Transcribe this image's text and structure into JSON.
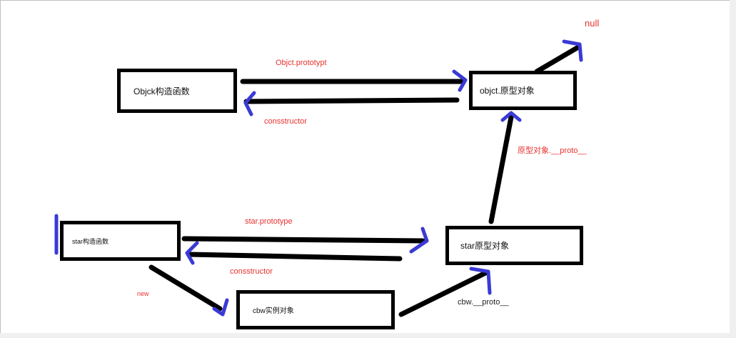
{
  "nodes": {
    "object_ctor": "Objck构造函数",
    "object_proto": "objct.原型对象",
    "star_ctor": "star构造函数",
    "star_proto": "star原型对象",
    "cbw_instance": "cbw实例对象"
  },
  "labels": {
    "null": "null",
    "objct_prototype": "Objct.prototypt",
    "constructor_top": "consstructor",
    "proto_chain": "原型对象.__proto__",
    "star_prototype": "star.prototype",
    "constructor_bottom": "consstructor",
    "new": "new",
    "cbw_proto": "cbw.__proto__"
  },
  "colors": {
    "box_border": "#000000",
    "arrow_line": "#000000",
    "arrow_head": "#3a3ad6",
    "label_red": "#e8312f",
    "label_dark": "#222222",
    "frame": "#bfbfbf"
  }
}
